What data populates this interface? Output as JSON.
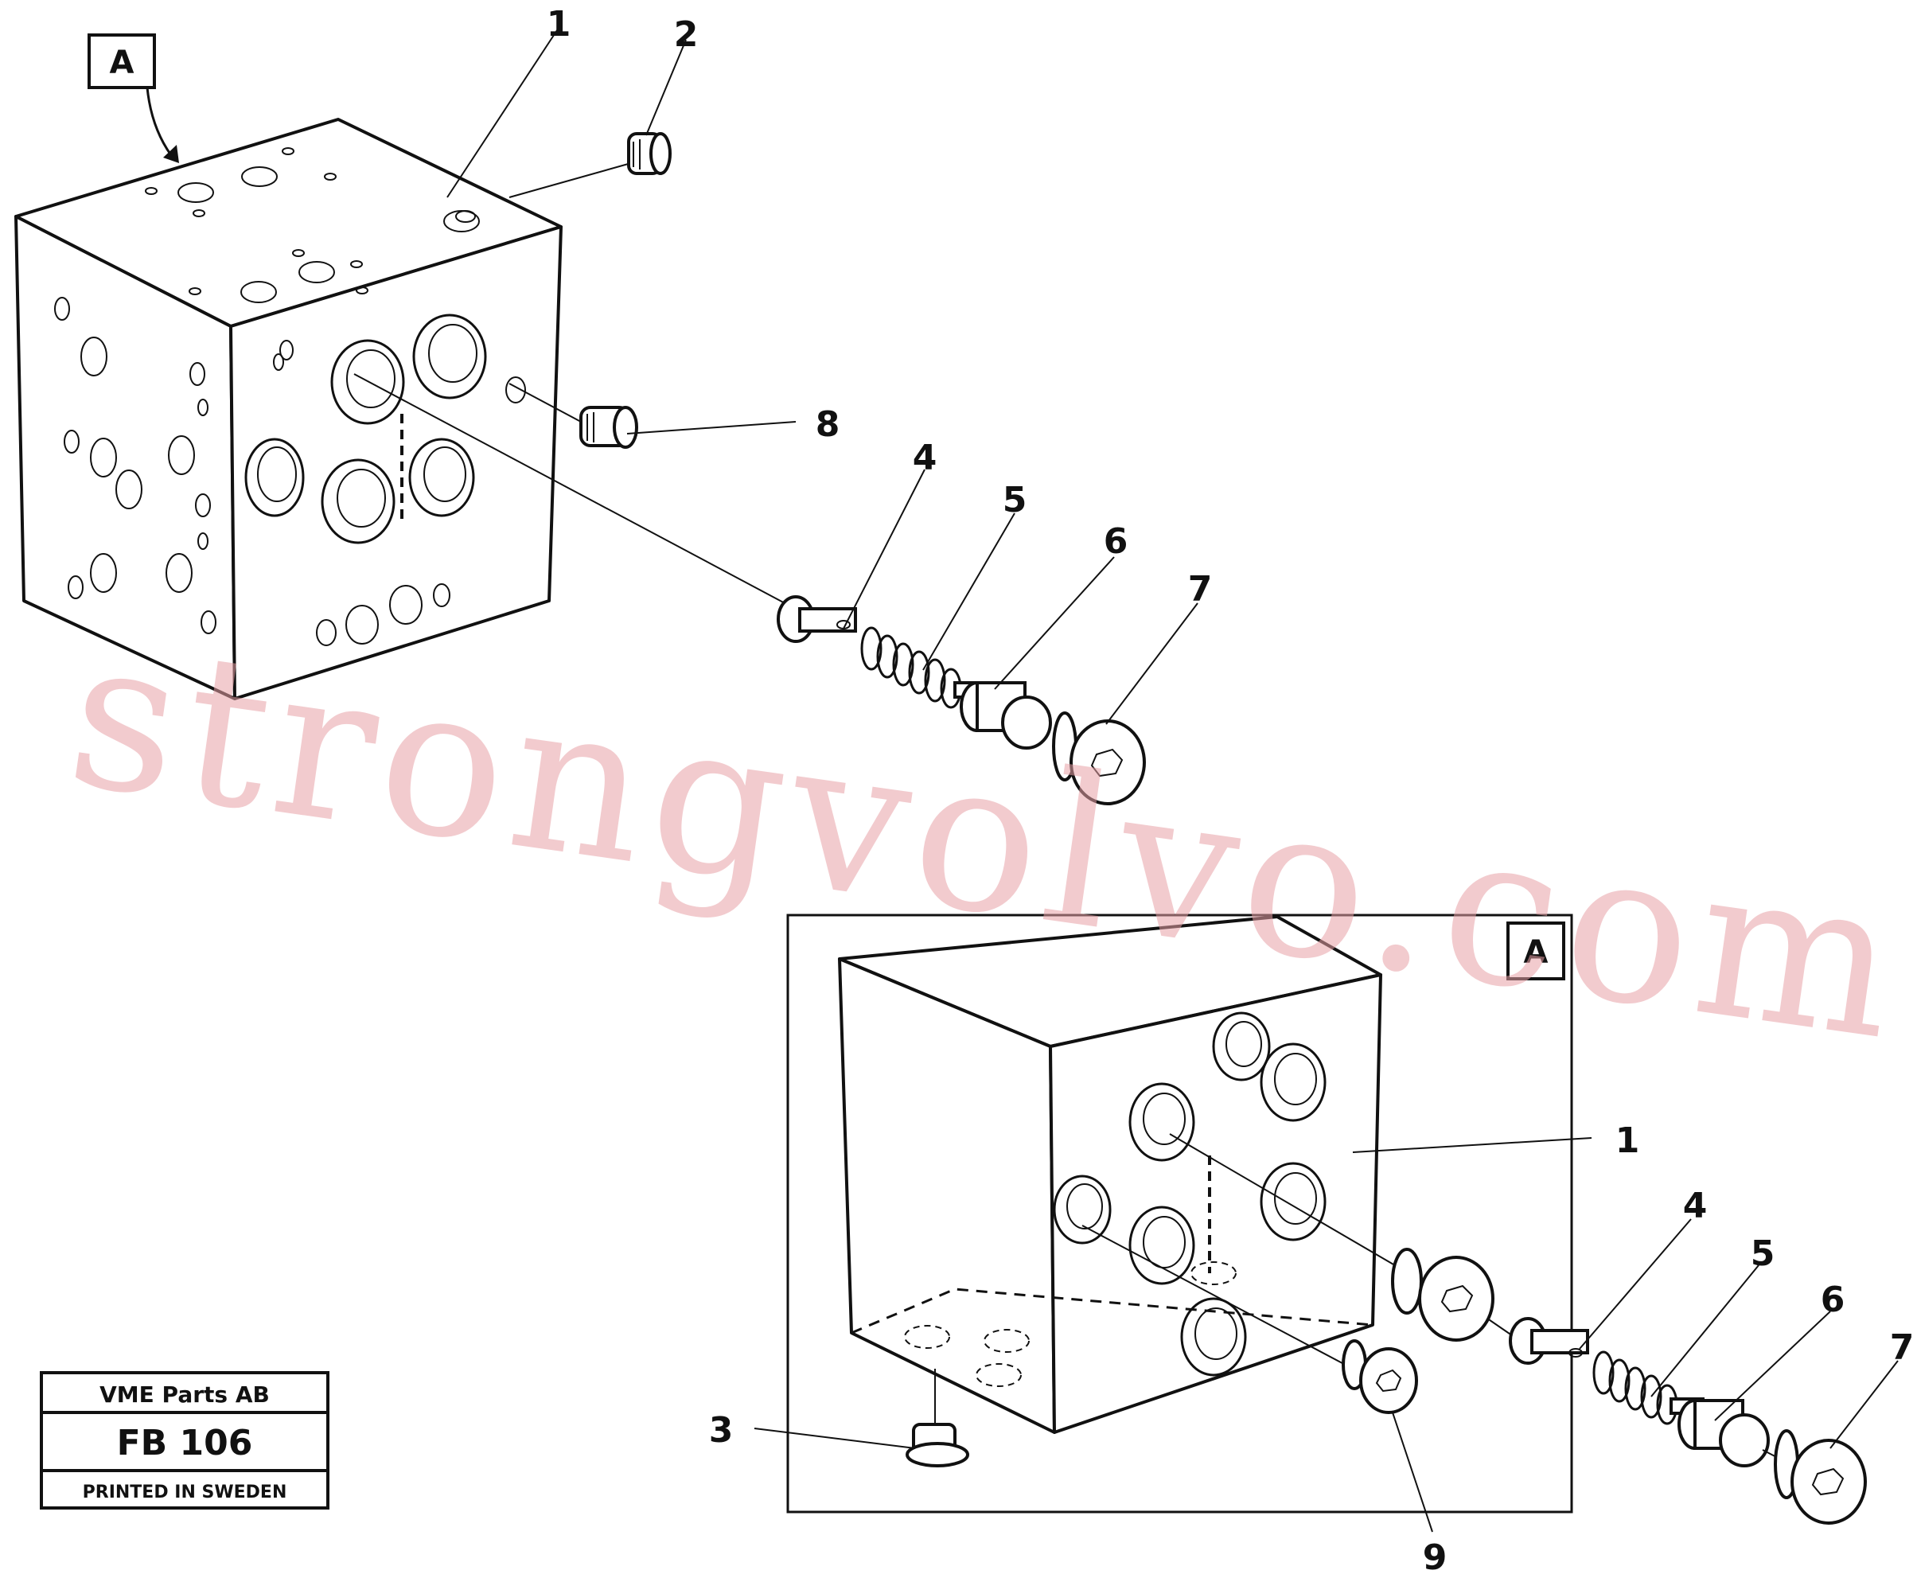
{
  "views": {
    "main_view_marker": "A",
    "detail_view_marker": "A"
  },
  "callouts": {
    "main": [
      "1",
      "2",
      "4",
      "5",
      "6",
      "7",
      "8"
    ],
    "detail": [
      "1",
      "3",
      "4",
      "5",
      "6",
      "7",
      "9"
    ]
  },
  "watermark": "strongvolvo.com",
  "title_block": {
    "company": "VME Parts AB",
    "drawing_number": "FB 106",
    "footer": "PRINTED IN SWEDEN"
  },
  "colors": {
    "ink": "#111111",
    "watermark": "#e8a0a6",
    "paper": "#ffffff"
  }
}
